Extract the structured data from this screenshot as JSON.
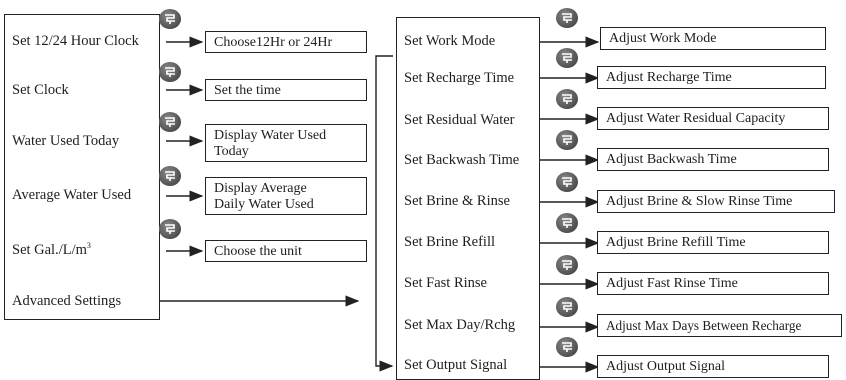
{
  "left_menu": {
    "items": [
      {
        "label": "Set 12/24 Hour Clock"
      },
      {
        "label": "Set Clock"
      },
      {
        "label": "Water Used Today"
      },
      {
        "label": "Average Water Used"
      },
      {
        "label": "Set Gal./L/m",
        "sup": "3"
      },
      {
        "label": "Advanced Settings"
      }
    ]
  },
  "left_results": [
    {
      "line1": "Choose12Hr or 24Hr"
    },
    {
      "line1": "Set the time"
    },
    {
      "line1": "Display Water Used",
      "line2": "Today"
    },
    {
      "line1": "Display Average",
      "line2": "Daily Water Used"
    },
    {
      "line1": "Choose the unit"
    }
  ],
  "advanced_menu": {
    "items": [
      {
        "label": "Set Work Mode"
      },
      {
        "label": "Set Recharge Time"
      },
      {
        "label": "Set Residual Water"
      },
      {
        "label": "Set Backwash Time"
      },
      {
        "label": "Set Brine & Rinse"
      },
      {
        "label": "Set Brine Refill"
      },
      {
        "label": "Set Fast Rinse"
      },
      {
        "label": "Set Max Day/Rchg"
      },
      {
        "label": "Set Output Signal"
      }
    ]
  },
  "advanced_results": [
    {
      "label": "Adjust Work Mode"
    },
    {
      "label": "Adjust Recharge Time"
    },
    {
      "label": "Adjust Water Residual Capacity"
    },
    {
      "label": "Adjust Backwash Time"
    },
    {
      "label": "Adjust Brine & Slow Rinse Time"
    },
    {
      "label": "Adjust Brine Refill Time"
    },
    {
      "label": "Adjust Fast Rinse Time"
    },
    {
      "label": "Adjust Max Days Between Recharge"
    },
    {
      "label": "Adjust Output Signal"
    }
  ],
  "icons": {
    "menu_button": "menu-key-icon"
  },
  "colors": {
    "line": "#222222",
    "button": "#5a5a5a",
    "button_glyph": "#ffffff"
  }
}
